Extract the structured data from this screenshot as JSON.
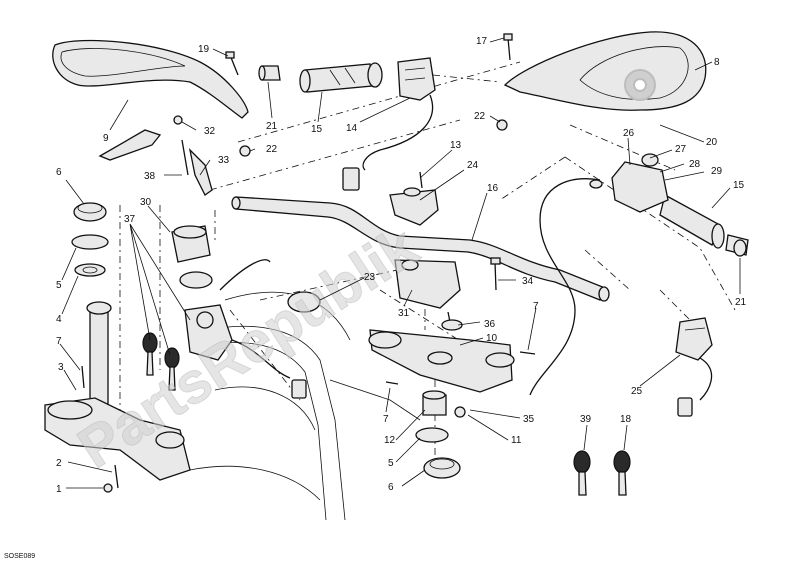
{
  "drawing_code": "SOSE089",
  "watermark": "PartsRepublik",
  "callouts": [
    {
      "id": "c19",
      "label": "19"
    },
    {
      "id": "c17",
      "label": "17"
    },
    {
      "id": "c8",
      "label": "8"
    },
    {
      "id": "c9",
      "label": "9"
    },
    {
      "id": "c21a",
      "label": "21"
    },
    {
      "id": "c15a",
      "label": "15"
    },
    {
      "id": "c14",
      "label": "14"
    },
    {
      "id": "c22a",
      "label": "22"
    },
    {
      "id": "c32",
      "label": "32"
    },
    {
      "id": "c22b",
      "label": "22"
    },
    {
      "id": "c26",
      "label": "26"
    },
    {
      "id": "c20",
      "label": "20"
    },
    {
      "id": "c13",
      "label": "13"
    },
    {
      "id": "c27",
      "label": "27"
    },
    {
      "id": "c28",
      "label": "28"
    },
    {
      "id": "c29",
      "label": "29"
    },
    {
      "id": "c15b",
      "label": "15"
    },
    {
      "id": "c33",
      "label": "33"
    },
    {
      "id": "c38",
      "label": "38"
    },
    {
      "id": "c24",
      "label": "24"
    },
    {
      "id": "c6a",
      "label": "6"
    },
    {
      "id": "c30",
      "label": "30"
    },
    {
      "id": "c16",
      "label": "16"
    },
    {
      "id": "c37",
      "label": "37"
    },
    {
      "id": "c5a",
      "label": "5"
    },
    {
      "id": "c23",
      "label": "23"
    },
    {
      "id": "c34",
      "label": "34"
    },
    {
      "id": "c4",
      "label": "4"
    },
    {
      "id": "c21b",
      "label": "21"
    },
    {
      "id": "c31",
      "label": "31"
    },
    {
      "id": "c36",
      "label": "36"
    },
    {
      "id": "c7a",
      "label": "7"
    },
    {
      "id": "c7b",
      "label": "7"
    },
    {
      "id": "c10",
      "label": "10"
    },
    {
      "id": "c3",
      "label": "3"
    },
    {
      "id": "c25",
      "label": "25"
    },
    {
      "id": "c7c",
      "label": "7"
    },
    {
      "id": "c35",
      "label": "35"
    },
    {
      "id": "c12",
      "label": "12"
    },
    {
      "id": "c11",
      "label": "11"
    },
    {
      "id": "c39",
      "label": "39"
    },
    {
      "id": "c18",
      "label": "18"
    },
    {
      "id": "c2",
      "label": "2"
    },
    {
      "id": "c5b",
      "label": "5"
    },
    {
      "id": "c1",
      "label": "1"
    },
    {
      "id": "c6b",
      "label": "6"
    }
  ]
}
